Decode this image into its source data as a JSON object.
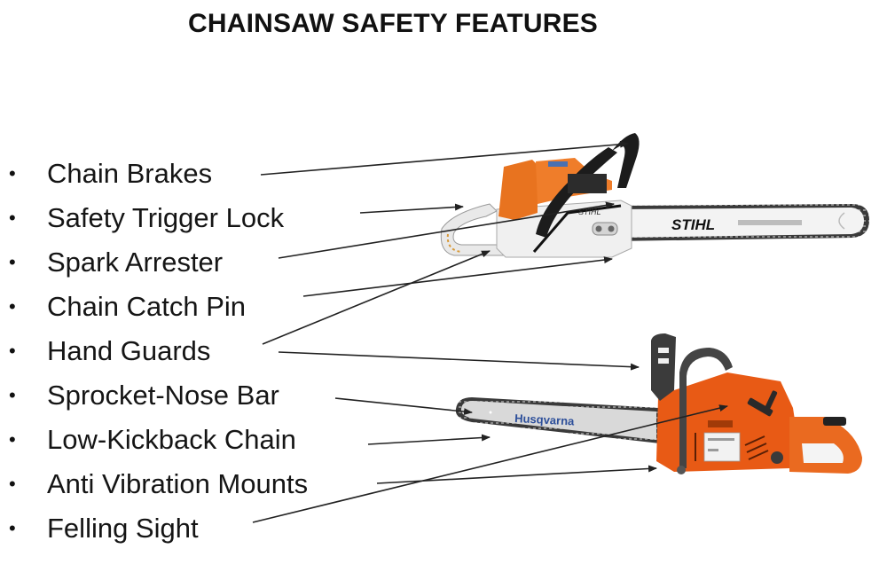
{
  "title": "CHAINSAW SAFETY FEATURES",
  "features": [
    {
      "label": "Chain Brakes",
      "bullet": "•"
    },
    {
      "label": "Safety Trigger Lock",
      "bullet": "•"
    },
    {
      "label": "Spark Arrester",
      "bullet": "•"
    },
    {
      "label": "Chain Catch Pin",
      "bullet": "•"
    },
    {
      "label": "Hand Guards",
      "bullet": "•"
    },
    {
      "label": "Sprocket-Nose Bar",
      "bullet": "•"
    },
    {
      "label": "Low-Kickback Chain",
      "bullet": "•"
    },
    {
      "label": "Anti Vibration Mounts",
      "bullet": "•"
    },
    {
      "label": "Felling Sight",
      "bullet": "•"
    }
  ],
  "saws": {
    "top": {
      "brand": "STIHL",
      "bar_text": "STIHL",
      "colors": {
        "body": "#e8731f",
        "housing": "#eeeeee",
        "handle": "#1a1a1a",
        "bar": "#f2f2f2"
      }
    },
    "bottom": {
      "brand": "Husqvarna",
      "bar_text": "Husqvarna",
      "colors": {
        "body": "#e85a15",
        "handle": "#3a3a3a",
        "bar": "#d8d8d8",
        "logo": "#2d4f9a"
      }
    }
  },
  "colors": {
    "text": "#111111",
    "arrow": "#222222",
    "background": "#ffffff"
  }
}
